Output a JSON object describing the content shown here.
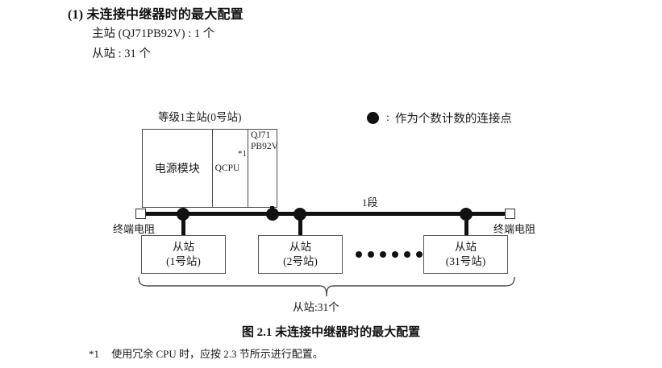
{
  "heading": {
    "section_title": "(1) 未连接中继器时的最大配置",
    "specs": [
      "主站 (QJ71PB92V) : 1 个",
      "从站 : 31 个"
    ]
  },
  "legend": {
    "dot_icon": "filled-circle-icon",
    "colon": ":",
    "text": "作为个数计数的连接点"
  },
  "diagram": {
    "master": {
      "caption": "等级1主站(0号站)",
      "cells": {
        "power_module": "电源模块",
        "cpu": "QCPU",
        "cpu_footnote": "*1",
        "network_module_line1": "QJ71",
        "network_module_line2": "PB92V"
      }
    },
    "bus": {
      "segment_label": "1段",
      "terminal_left": "终端电阻",
      "terminal_right": "终端电阻"
    },
    "slaves": [
      {
        "title": "从站",
        "station": "(1号站)"
      },
      {
        "title": "从站",
        "station": "(2号站)"
      },
      {
        "title": "从站",
        "station": "(31号站)"
      }
    ],
    "brace_label": "从站:31个"
  },
  "figure_caption": "图 2.1  未连接中继器时的最大配置",
  "footnote": {
    "mark": "*1",
    "text": "使用冗余 CPU 时，应按 2.3 节所示进行配置。"
  }
}
